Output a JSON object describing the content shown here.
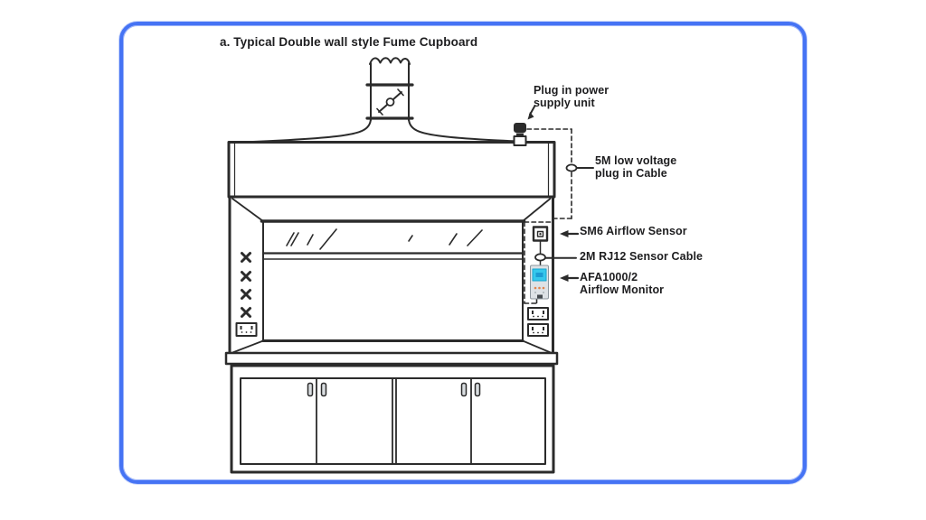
{
  "title": "a. Typical Double wall style Fume Cupboard",
  "callouts": {
    "power_supply": {
      "label": "Plug in power\nsupply unit"
    },
    "low_voltage_cable": {
      "label": "5M low voltage\nplug in Cable"
    },
    "airflow_sensor": {
      "label": "SM6 Airflow Sensor"
    },
    "sensor_cable": {
      "label": "2M RJ12 Sensor Cable"
    },
    "airflow_monitor": {
      "label": "AFA1000/2\nAirflow Monitor"
    }
  },
  "colors": {
    "accent": "#4573f4",
    "line": "#2b2b2b",
    "text": "#1d1d1f",
    "screen": "#35c8ec",
    "screen_dark": "#1b9cd4",
    "monitor_body": "#dde2e6",
    "button": "#e0854e"
  }
}
